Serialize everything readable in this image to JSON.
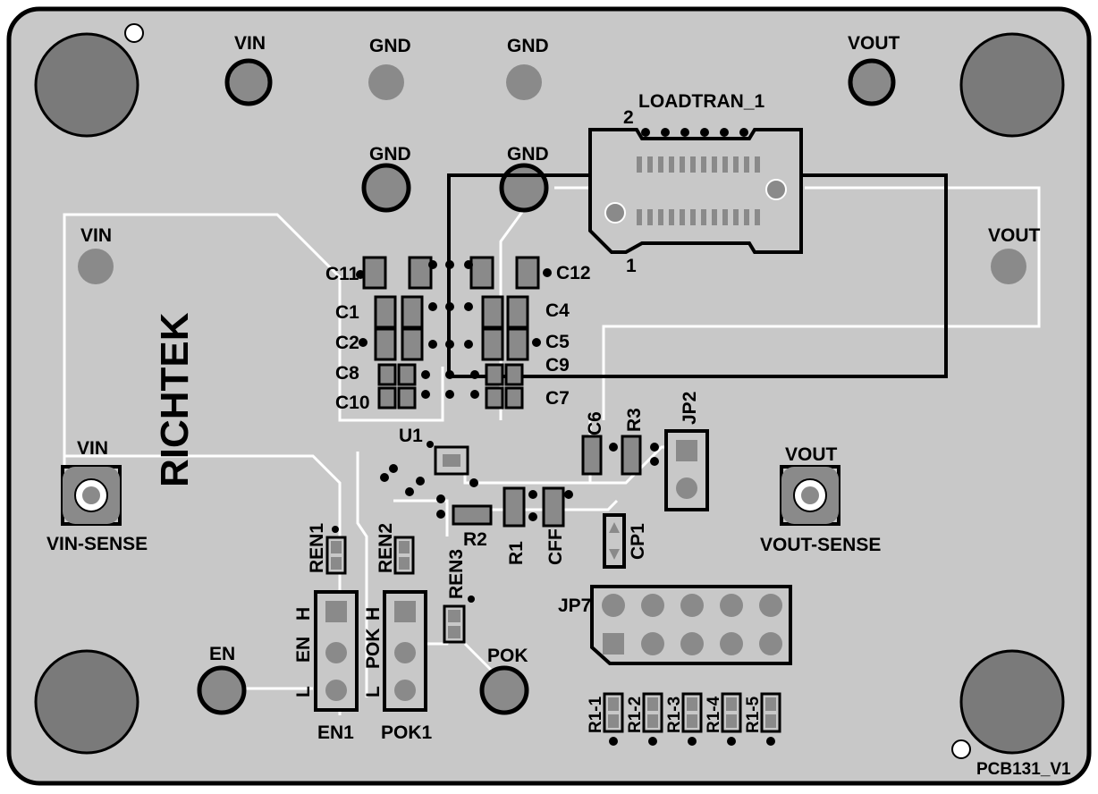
{
  "board": {
    "version": "PCB131_V1",
    "logo": "RICHTEK"
  },
  "terminals": {
    "vin_top": "VIN",
    "gnd_top_1": "GND",
    "gnd_top_2": "GND",
    "vout_top": "VOUT",
    "gnd_mid_1": "GND",
    "gnd_mid_2": "GND",
    "vin_left": "VIN",
    "vout_right": "VOUT",
    "vin_sense_top": "VIN",
    "vin_sense": "VIN-SENSE",
    "vout_sense_top": "VOUT",
    "vout_sense": "VOUT-SENSE",
    "en": "EN",
    "pok": "POK"
  },
  "connector": {
    "name": "LOADTRAN_1",
    "pin2": "2",
    "pin1": "1"
  },
  "components": {
    "c11": "C11",
    "c12": "C12",
    "c1": "C1",
    "c4": "C4",
    "c2": "C2",
    "c5": "C5",
    "c8": "C8",
    "c9": "C9",
    "c10": "C10",
    "c7": "C7",
    "u1": "U1",
    "c6": "C6",
    "r3": "R3",
    "jp2": "JP2",
    "r2": "R2",
    "r1": "R1",
    "cff": "CFF",
    "cp1": "CP1",
    "ren1": "REN1",
    "ren2": "REN2",
    "ren3": "REN3",
    "jp7": "JP7",
    "r1_1": "R1-1",
    "r1_2": "R1-2",
    "r1_3": "R1-3",
    "r1_4": "R1-4",
    "r1_5": "R1-5"
  },
  "jumpers": {
    "en1": "EN1",
    "pok1": "POK1",
    "en_h": "H",
    "en_en": "EN",
    "en_l": "L",
    "pok_h": "H",
    "pok_pok": "POK",
    "pok_l": "L"
  },
  "colors": {
    "board": "#c8c8c8",
    "pad": "#8a8a8a",
    "mounting_hole": "#7a7a7a",
    "outline": "#000000",
    "trace": "#ffffff"
  }
}
